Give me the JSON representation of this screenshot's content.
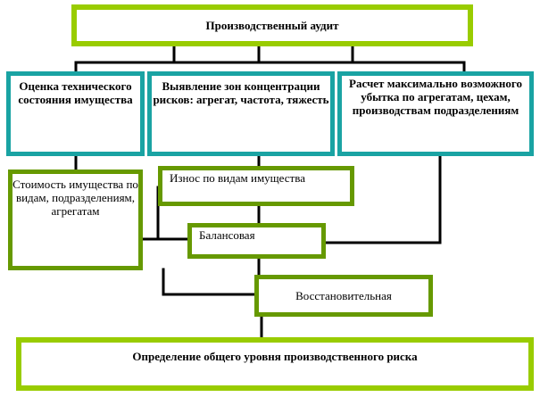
{
  "diagram": {
    "title": "Производственный аудит",
    "branches": [
      "Оценка технического состояния имущества",
      "Выявление зон концентрации рисков: агрегат, частота, тяжесть",
      "Расчет максимально возможного убытка по агрегатам, цехам, производствам подразделениям"
    ],
    "cost_box": "Стоимость имущества по видам, подразделениям, агрегатам",
    "wear_box": "Износ по видам имущества",
    "book_value": "Балансовая",
    "replacement_value": "Восстановительная",
    "conclusion": "Определение общего уровня производственного риска",
    "colors": {
      "lime_border": "#99cc00",
      "olive_border": "#669900",
      "teal_border": "#1aa3a3",
      "connector": "#000000"
    }
  }
}
